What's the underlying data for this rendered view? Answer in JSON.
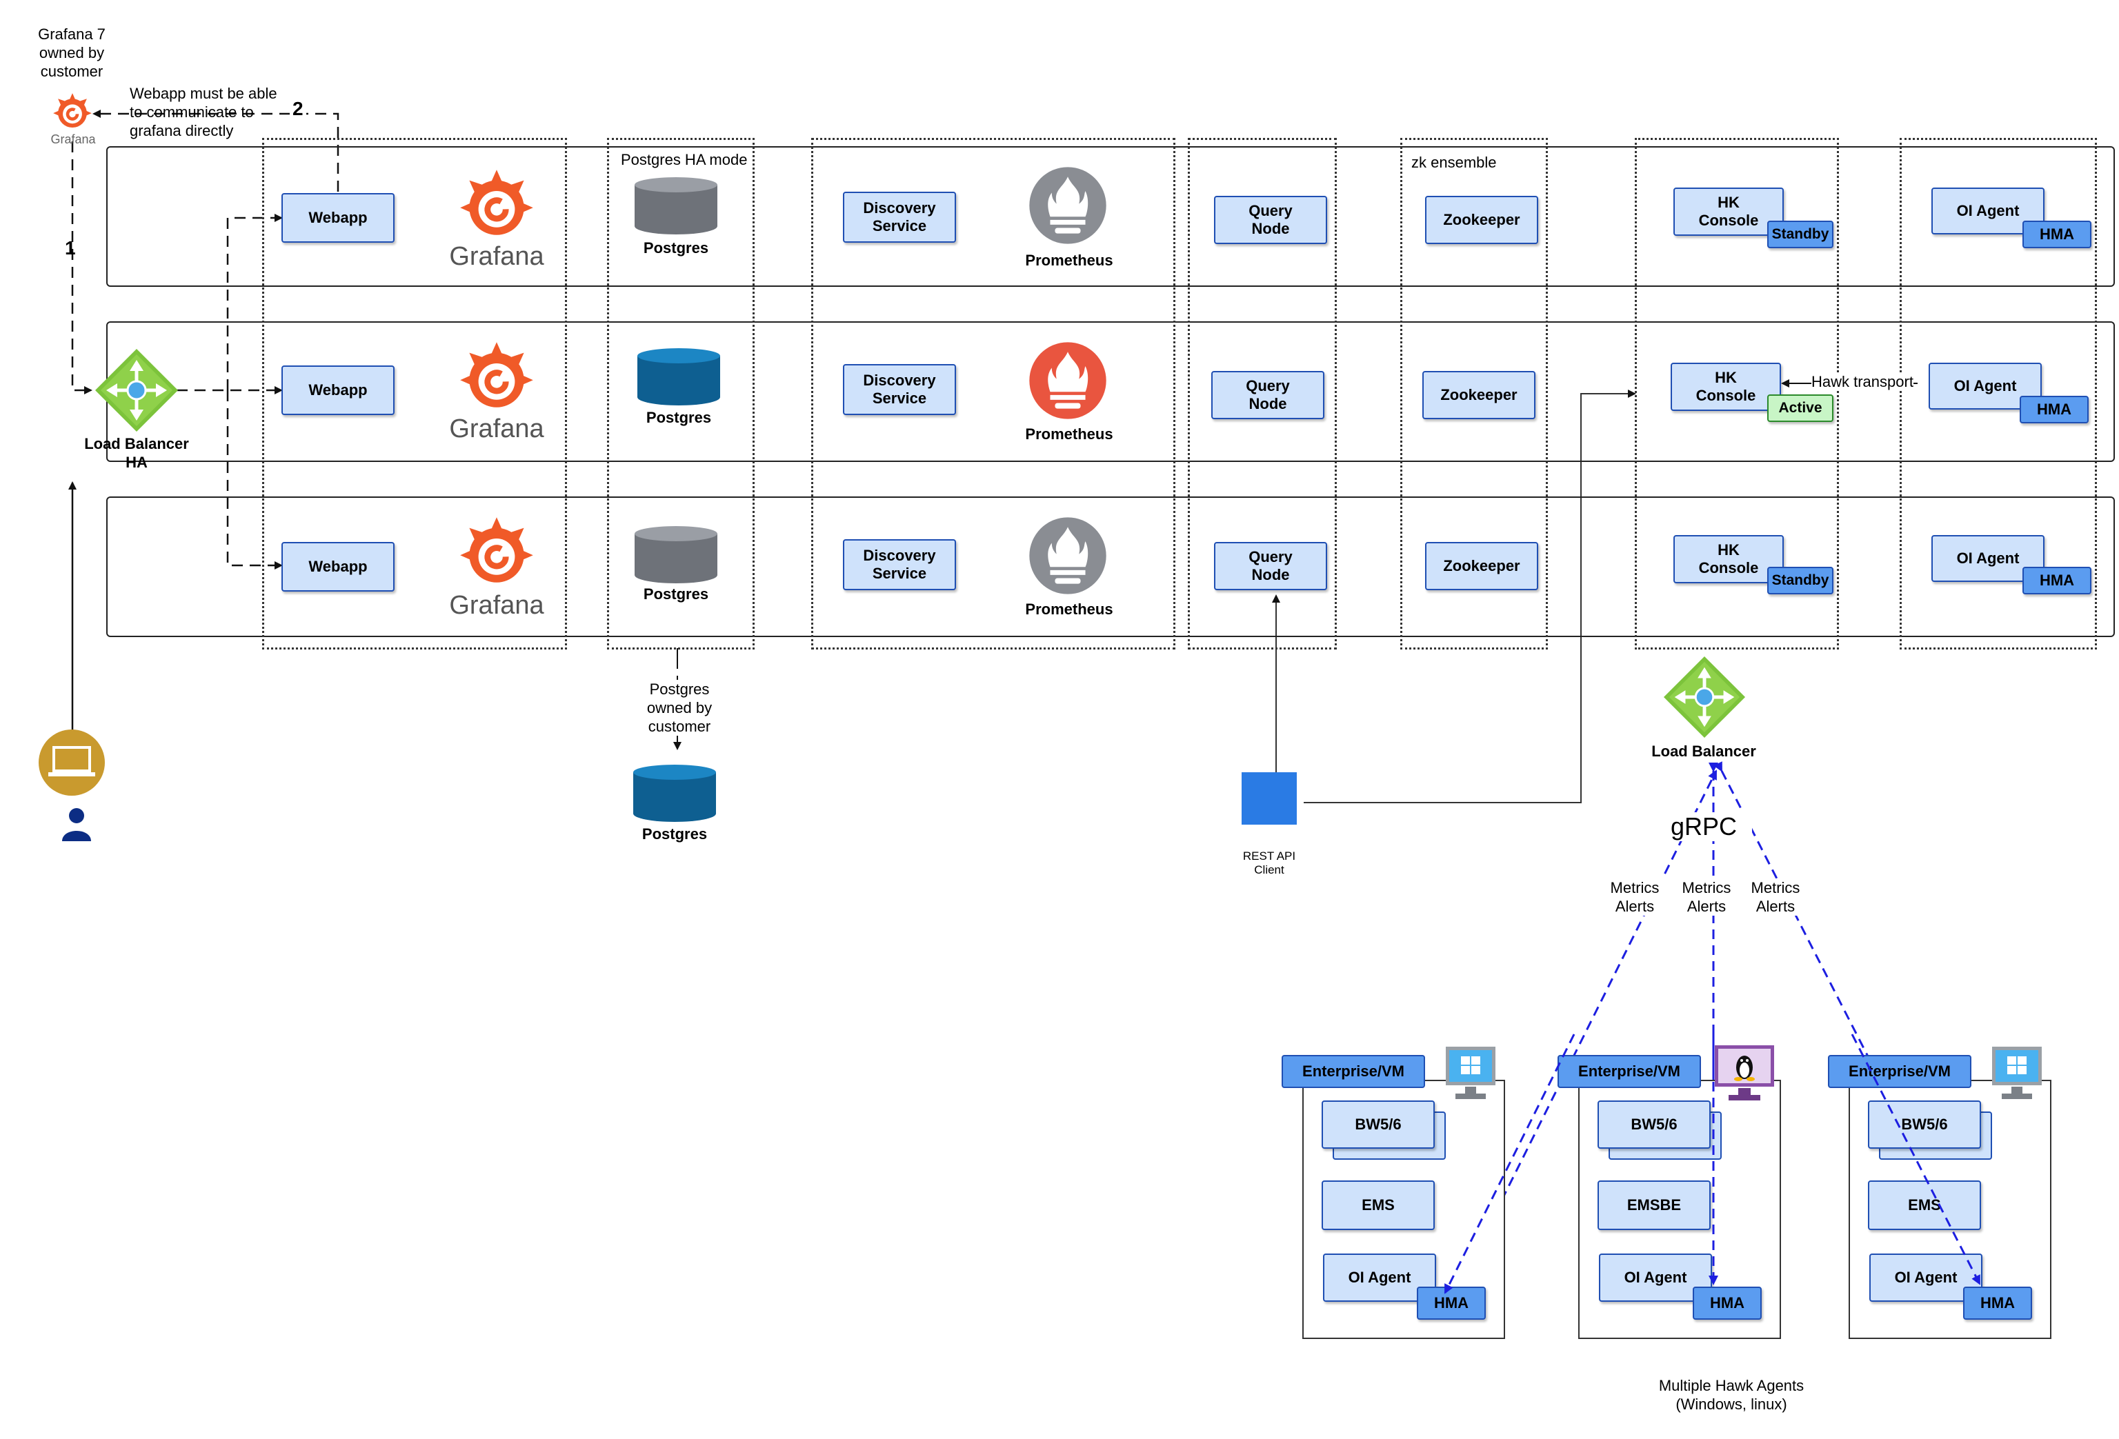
{
  "customer_grafana": {
    "caption": "Grafana 7\nowned by\ncustomer",
    "logo_text": "Grafana"
  },
  "webapp_note": "Webapp must be able\nto communicate to\ngrafana directly",
  "step_labels": {
    "one": "1",
    "two": "2"
  },
  "load_balancer_ha": "Load Balancer\nHA",
  "postgres_ha_note": "Postgres HA mode",
  "zk_note": "zk ensemble",
  "rows": [
    {
      "webapp": "Webapp",
      "grafana": "Grafana",
      "postgres": "Postgres",
      "discovery": "Discovery\nService",
      "prometheus": "Prometheus",
      "query": "Query\nNode",
      "zookeeper": "Zookeeper",
      "hk": "HK\nConsole",
      "hk_state": "Standby",
      "oi": "OI Agent",
      "hma": "HMA"
    },
    {
      "webapp": "Webapp",
      "grafana": "Grafana",
      "postgres": "Postgres",
      "discovery": "Discovery\nService",
      "prometheus": "Prometheus",
      "query": "Query\nNode",
      "zookeeper": "Zookeeper",
      "hk": "HK\nConsole",
      "hk_state": "Active",
      "oi": "OI Agent",
      "hma": "HMA"
    },
    {
      "webapp": "Webapp",
      "grafana": "Grafana",
      "postgres": "Postgres",
      "discovery": "Discovery\nService",
      "prometheus": "Prometheus",
      "query": "Query\nNode",
      "zookeeper": "Zookeeper",
      "hk": "HK\nConsole",
      "hk_state": "Standby",
      "oi": "OI Agent",
      "hma": "HMA"
    }
  ],
  "hawk_transport": "Hawk transport",
  "customer_postgres": {
    "caption": "Postgres\nowned by\ncustomer",
    "label": "Postgres"
  },
  "rest_api_client": "REST API\nClient",
  "load_balancer": "Load Balancer",
  "grpc": "gRPC",
  "flows": [
    "Metrics\nAlerts",
    "Metrics\nAlerts",
    "Metrics\nAlerts"
  ],
  "vms": [
    {
      "header": "Enterprise/VM",
      "os_icon": "windows-monitor-icon",
      "bw": "BW5/6",
      "ems": "EMS",
      "oi": "OI Agent",
      "hma": "HMA"
    },
    {
      "header": "Enterprise/VM",
      "os_icon": "linux-monitor-icon",
      "bw": "BW5/6",
      "ems": "EMSBE",
      "oi": "OI Agent",
      "hma": "HMA"
    },
    {
      "header": "Enterprise/VM",
      "os_icon": "windows-monitor-icon",
      "bw": "BW5/6",
      "ems": "EMS",
      "oi": "OI Agent",
      "hma": "HMA"
    }
  ],
  "footer": "Multiple Hawk Agents\n(Windows, linux)",
  "colors": {
    "node_fill": "#cfe2fb",
    "node_border": "#1f4fb3",
    "hma_fill": "#5b9cf0",
    "active_fill": "#c8f5c6",
    "prometheus_active": "#e9553f",
    "prometheus_idle": "#8a8d93",
    "postgres_active": "#0e5f91",
    "postgres_idle": "#6e7279",
    "grafana_orange": "#f05a28",
    "lb_green": "#7cc33b",
    "grpc_flow": "#1d1fe0",
    "user_gold": "#c99a2e",
    "user_navy": "#0c2d84",
    "rest_client": "#2a7be4"
  }
}
